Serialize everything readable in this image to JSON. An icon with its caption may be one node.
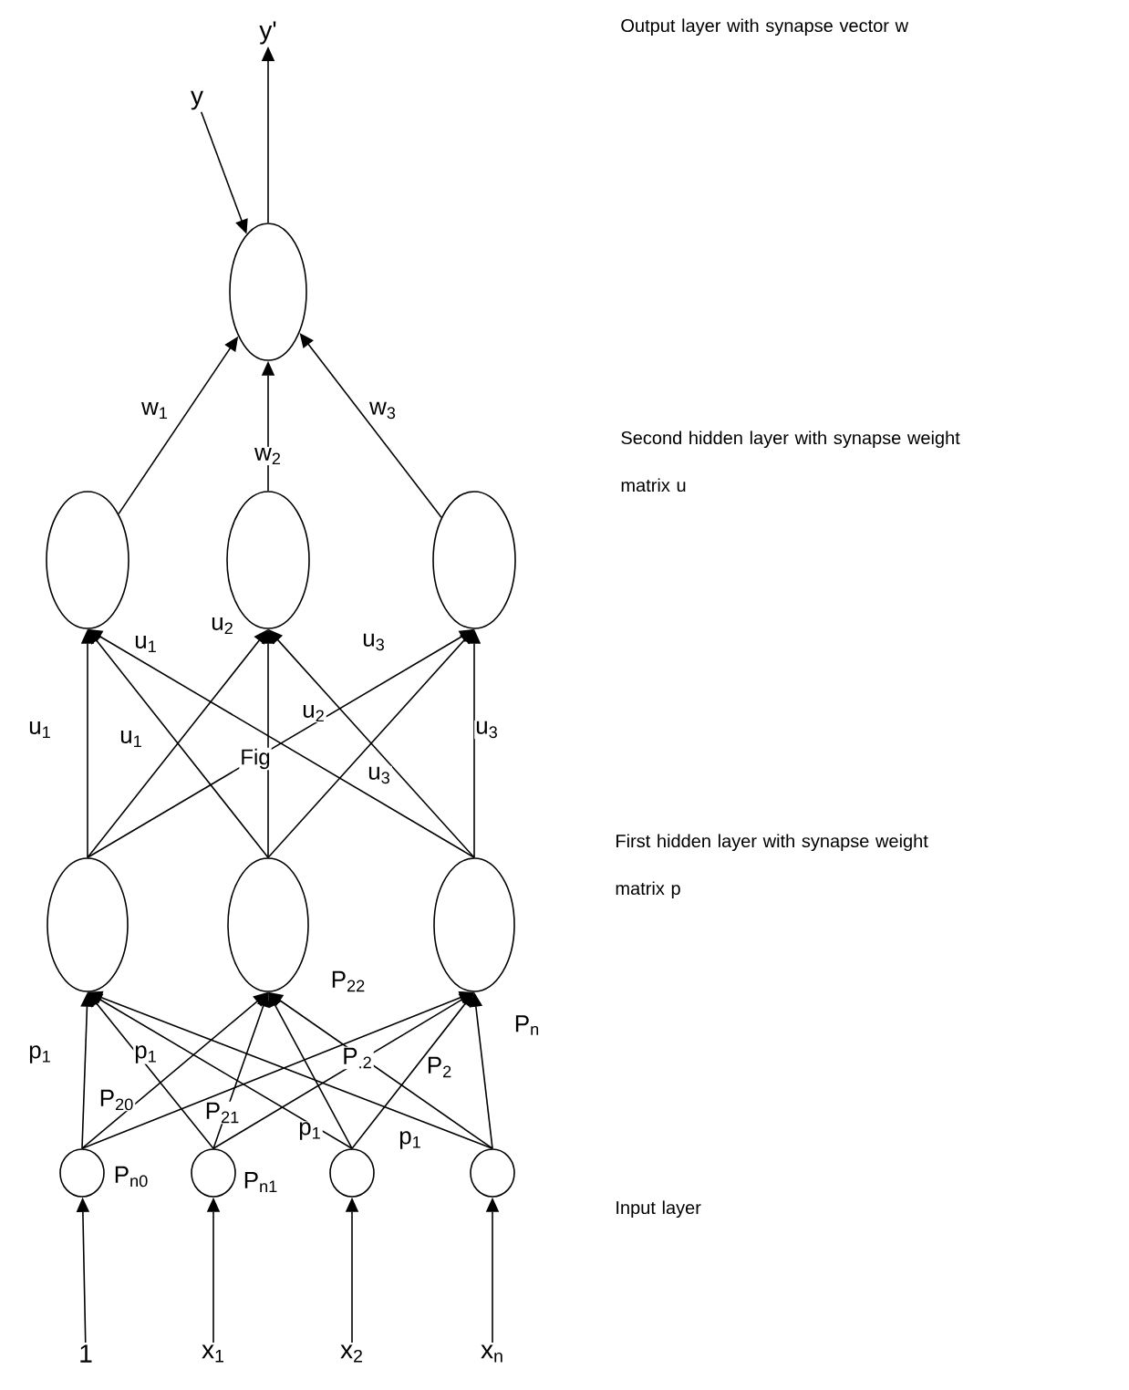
{
  "diagram": {
    "nodes": [
      {
        "text": [],
        "shape": "circle"
      },
      {
        "text": [],
        "shape": "circle"
      },
      {
        "text": [],
        "shape": "circle"
      },
      {
        "text": [],
        "shape": "circle"
      },
      {
        "text": [],
        "shape": "circle"
      },
      {
        "text": [],
        "shape": "circle"
      },
      {
        "text": [],
        "shape": "circle"
      },
      {
        "text": [],
        "shape": "circle",
        "beside": [
          "P$_{n0}$"
        ]
      },
      {
        "text": [],
        "shape": "circle",
        "beside": [
          "P$_{n1}$"
        ]
      },
      {
        "text": [],
        "shape": "circle"
      },
      {
        "text": [],
        "shape": "circle"
      },
      {
        "text": [
          "1"
        ]
      },
      {
        "text": [
          "x$_{1}$"
        ]
      },
      {
        "text": [
          "x$_{2}$"
        ]
      },
      {
        "text": [
          "x$_{n}$"
        ]
      },
      {
        "text": [
          "y"
        ]
      },
      {
        "text": [
          "y'"
        ]
      }
    ],
    "edges": [
      {
        "from": 0,
        "to": 16,
        "arrow": "to"
      },
      {
        "from": 15,
        "to": 0,
        "arrow": "to"
      },
      {
        "from": 1,
        "to": 0,
        "arrow": "to",
        "label": "w$_{1}$"
      },
      {
        "from": 2,
        "to": 0,
        "arrow": "to",
        "label": "w$_{2}$"
      },
      {
        "from": 3,
        "to": 0,
        "arrow": "to",
        "label": "w$_{3}$"
      },
      {
        "from": 4,
        "to": 1,
        "arrow": "to",
        "label": "u$_{1}$"
      },
      {
        "from": 5,
        "to": 1,
        "arrow": "to",
        "label": "u$_{1}$"
      },
      {
        "from": 6,
        "to": 1,
        "arrow": "to",
        "label": "u$_{1}$"
      },
      {
        "from": 4,
        "to": 2,
        "arrow": "to",
        "label": "u$_{2}$"
      },
      {
        "from": 5,
        "to": 2,
        "arrow": "to"
      },
      {
        "from": 6,
        "to": 2,
        "arrow": "to",
        "label": "u$_{2}$"
      },
      {
        "from": 4,
        "to": 3,
        "arrow": "to",
        "label": "u$_{3}$"
      },
      {
        "from": 5,
        "to": 3,
        "arrow": "to",
        "label": "u$_{3}$"
      },
      {
        "from": 6,
        "to": 3,
        "arrow": "to",
        "label": "u$_{3}$"
      },
      {
        "from": 7,
        "to": 4,
        "arrow": "to",
        "label": "p$_{1}$"
      },
      {
        "from": 8,
        "to": 4,
        "arrow": "to",
        "label": "p$_{1}$"
      },
      {
        "from": 9,
        "to": 4,
        "arrow": "to",
        "label": "p$_{1}$"
      },
      {
        "from": 10,
        "to": 4,
        "arrow": "to",
        "label": "p$_{1}$"
      },
      {
        "from": 7,
        "to": 5,
        "arrow": "to",
        "label": "P$_{20}$"
      },
      {
        "from": 8,
        "to": 5,
        "arrow": "to",
        "label": "P$_{21}$"
      },
      {
        "from": 9,
        "to": 5,
        "arrow": "to",
        "label": "P$_{22}$"
      },
      {
        "from": 10,
        "to": 5,
        "arrow": "to"
      },
      {
        "from": 7,
        "to": 6,
        "arrow": "to"
      },
      {
        "from": 8,
        "to": 6,
        "arrow": "to",
        "label": "P$_{.2}$"
      },
      {
        "from": 9,
        "to": 6,
        "arrow": "to",
        "label": "P$_{2}$"
      },
      {
        "from": 10,
        "to": 6,
        "arrow": "to",
        "label": "P$_{n}$"
      },
      {
        "from": 11,
        "to": 7,
        "arrow": "to"
      },
      {
        "from": 12,
        "to": 8,
        "arrow": "to"
      },
      {
        "from": 13,
        "to": 9,
        "arrow": "to"
      },
      {
        "from": 14,
        "to": 10,
        "arrow": "to"
      }
    ],
    "labels": [
      "Output layer with synapse vector w",
      "Second hidden layer with synapse weight matrix u",
      "Fig",
      "First hidden layer with synapse weight matrix p",
      "Input layer"
    ]
  }
}
